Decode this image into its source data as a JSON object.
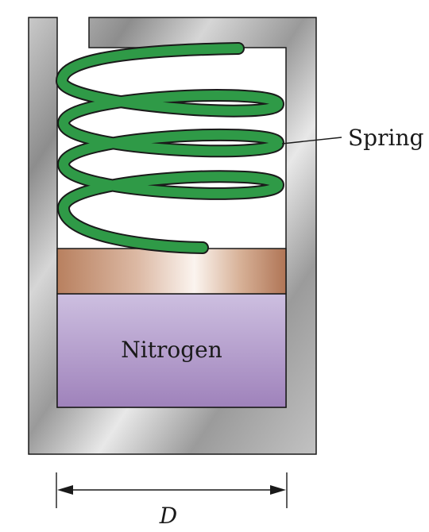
{
  "labels": {
    "spring": "Spring",
    "gas": "Nitrogen",
    "dimension": "D"
  },
  "colors": {
    "container": "#a9a9a9",
    "spring": "#2f9a47",
    "piston": "#b87d5c",
    "gas": "#b49cc9",
    "line": "#1a1a1a"
  },
  "icons": {
    "arrow_left": "arrow-left-icon",
    "arrow_right": "arrow-right-icon"
  }
}
